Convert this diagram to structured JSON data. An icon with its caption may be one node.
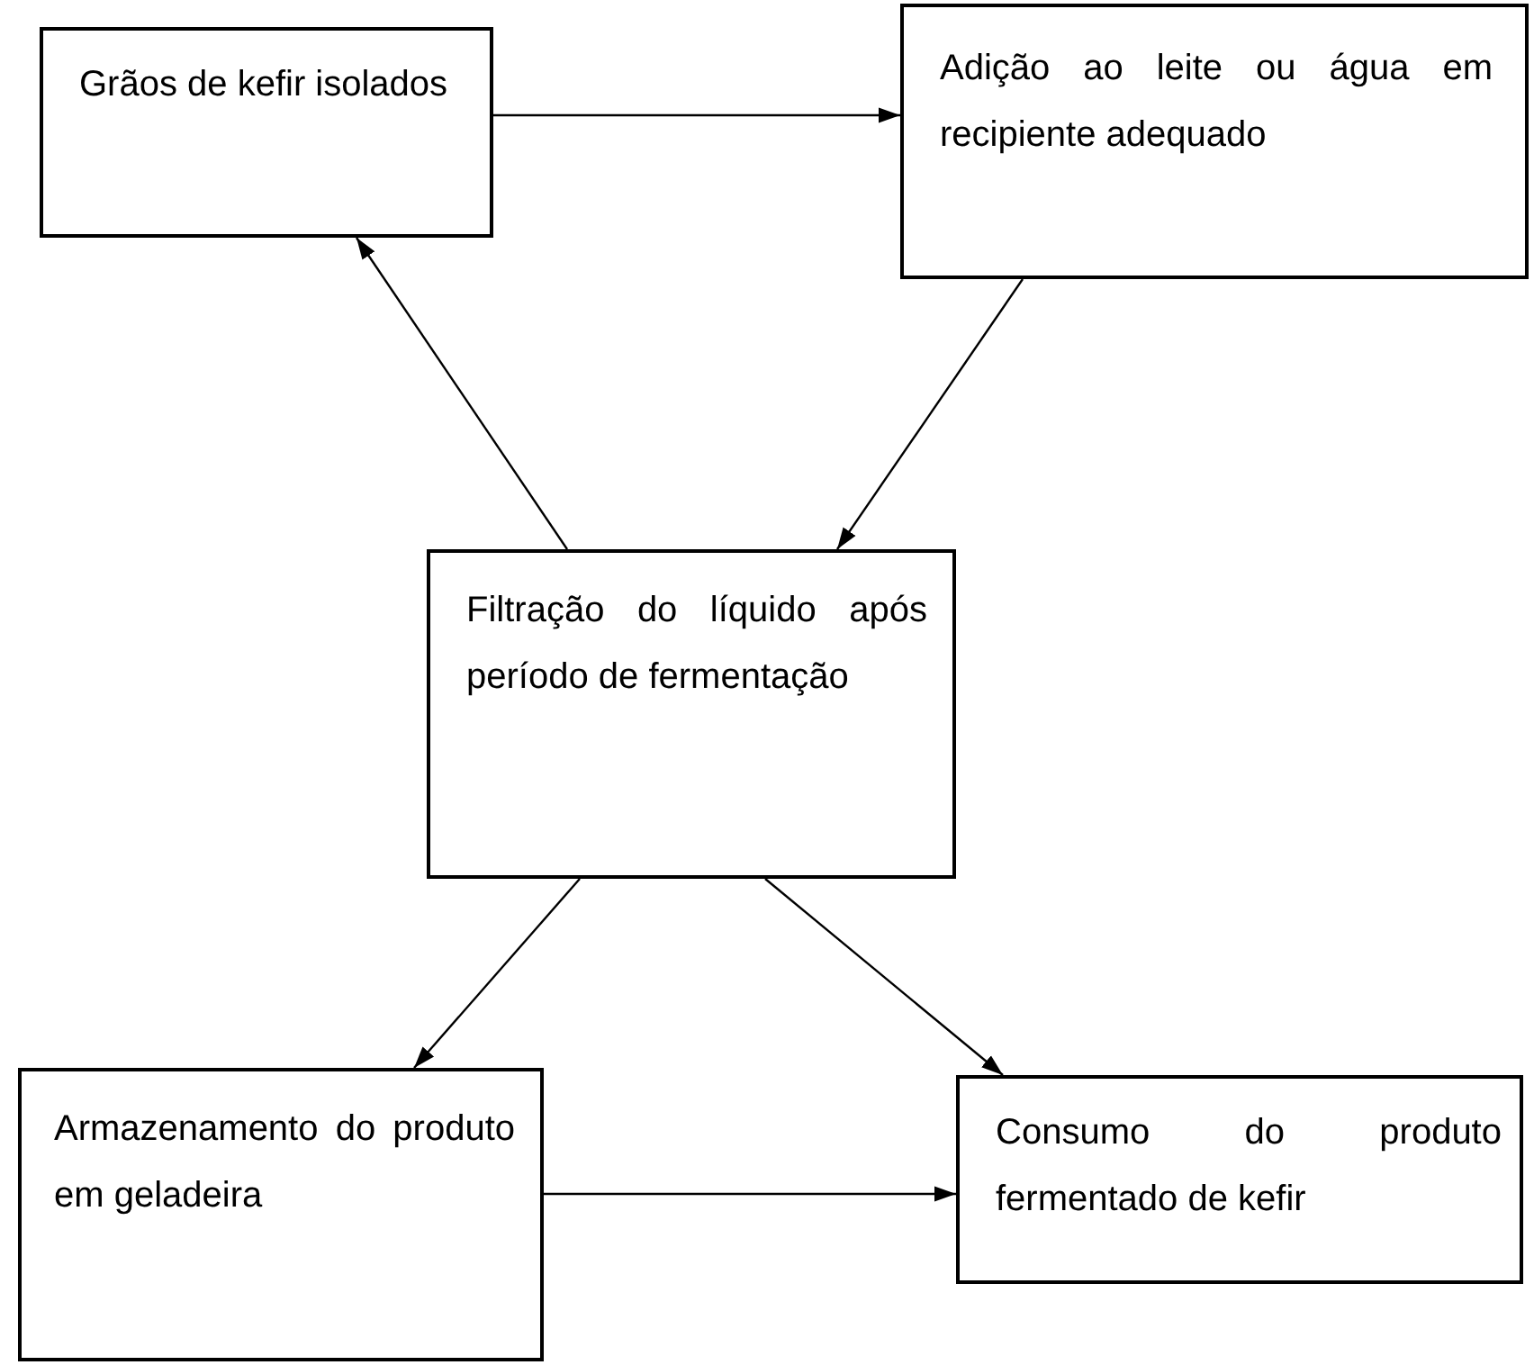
{
  "diagram": {
    "nodes": [
      {
        "text": [
          "Grãos de kefir isolados"
        ]
      },
      {
        "text": [
          "Adição ao leite ou água em recipiente adequado"
        ]
      },
      {
        "text": [
          "Filtração do líquido após período de fermentação"
        ]
      },
      {
        "text": [
          "Armazenamento do produto em geladeira"
        ]
      },
      {
        "text": [
          "Consumo do produto fermentado de kefir"
        ]
      }
    ],
    "edges": [
      {
        "from": 0,
        "to": 1,
        "arrow": "to"
      },
      {
        "from": 1,
        "to": 2,
        "arrow": "to"
      },
      {
        "from": 2,
        "to": 0,
        "arrow": "to"
      },
      {
        "from": 2,
        "to": 3,
        "arrow": "to"
      },
      {
        "from": 2,
        "to": 4,
        "arrow": "to"
      },
      {
        "from": 3,
        "to": 4,
        "arrow": "to"
      }
    ]
  }
}
